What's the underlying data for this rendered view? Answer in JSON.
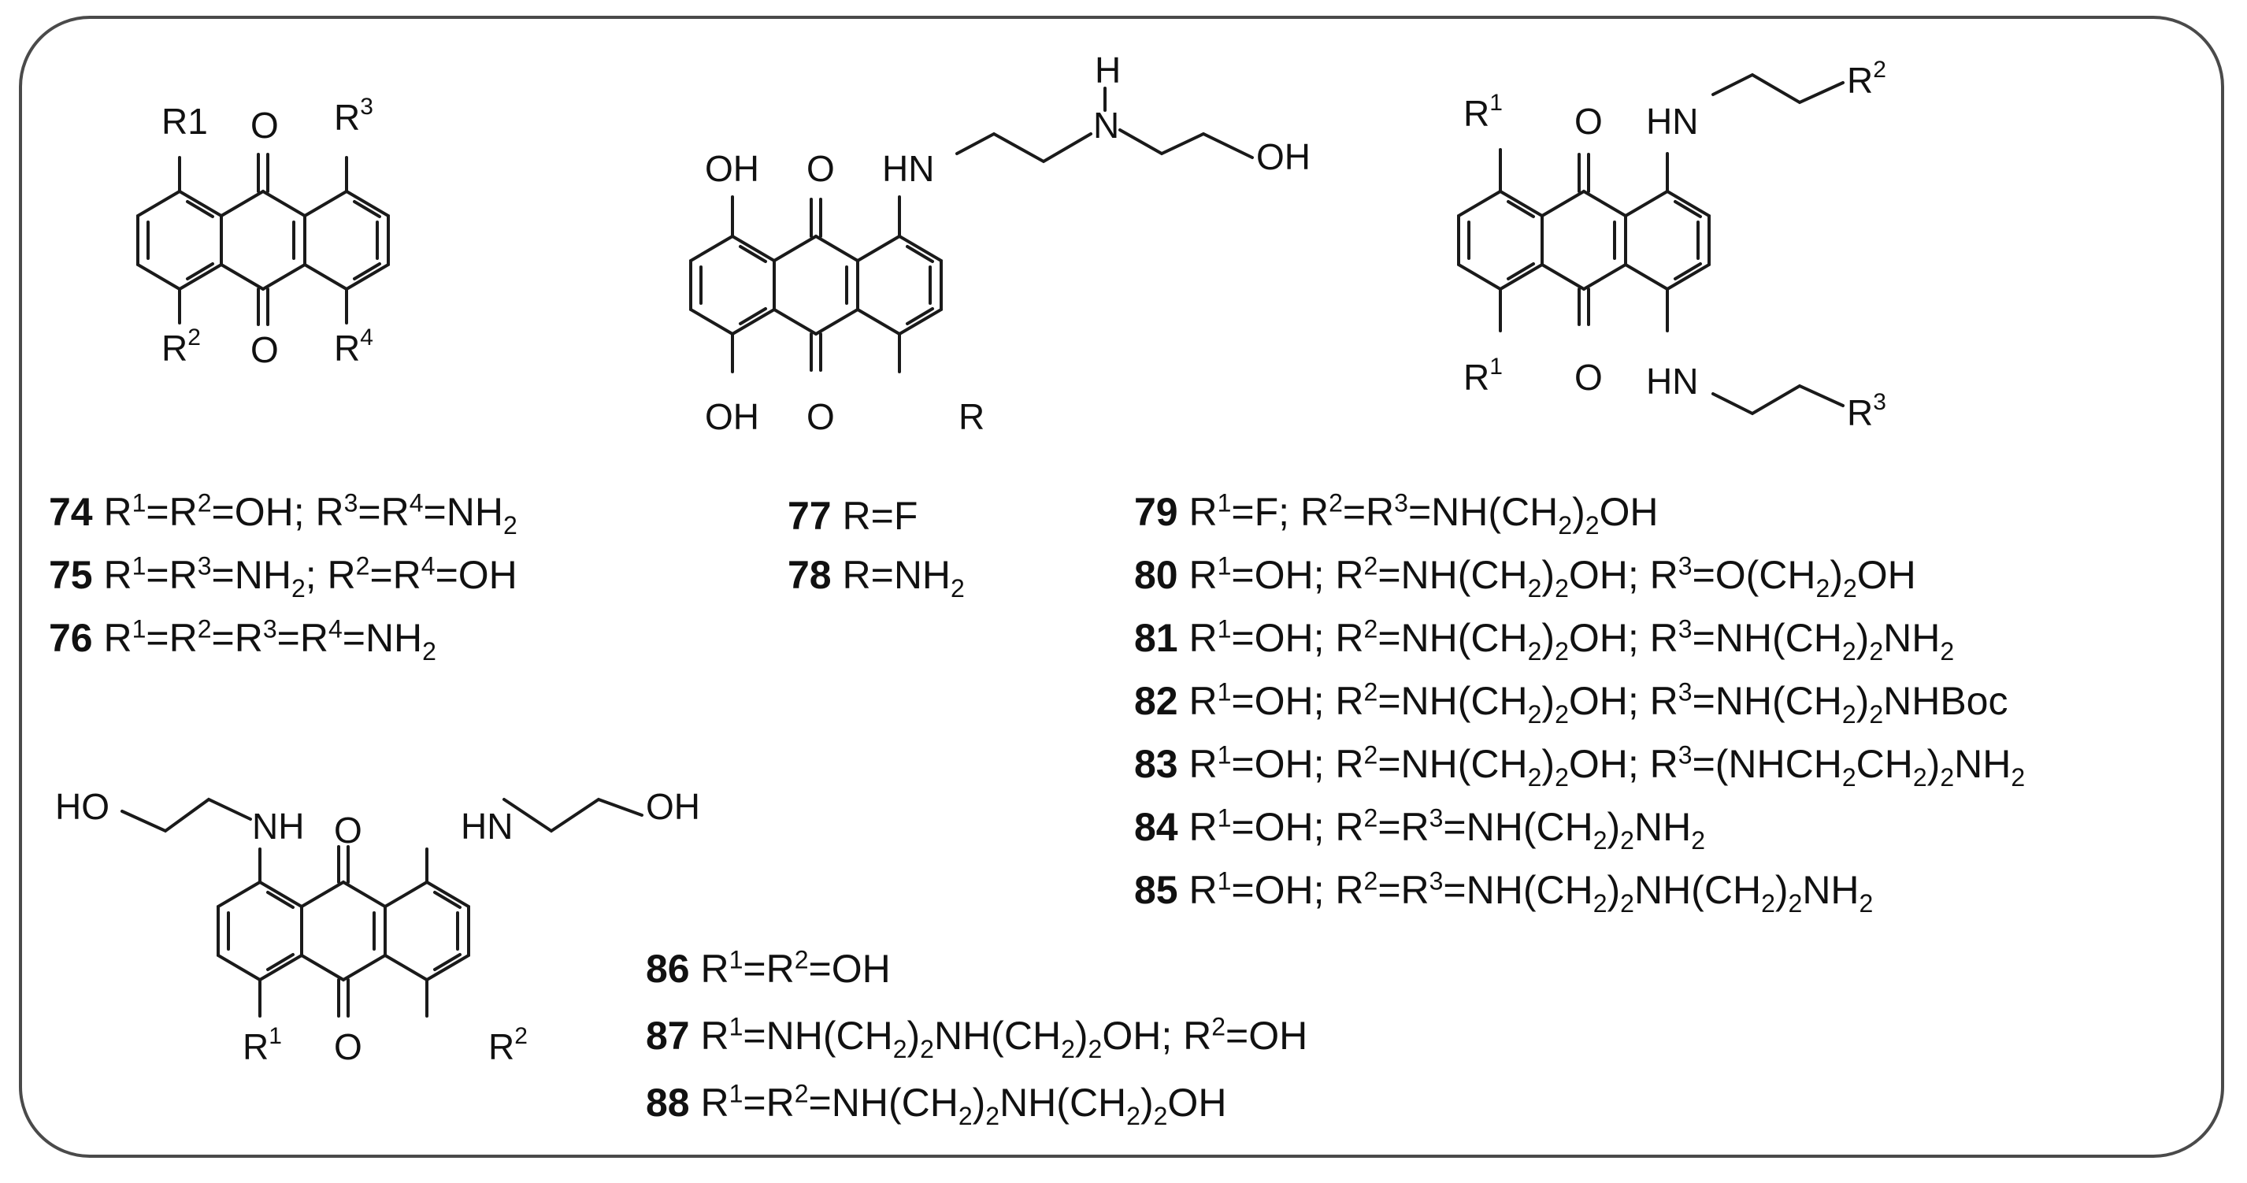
{
  "structures": {
    "s1": {
      "labels": {
        "r1": "R1",
        "r2": "R",
        "r2_sup": "2",
        "r3": "R",
        "r3_sup": "3",
        "r4": "R",
        "r4_sup": "4",
        "o_top": "O",
        "o_bottom": "O"
      }
    },
    "s2": {
      "labels": {
        "oh_top": "OH",
        "oh_bottom": "OH",
        "o_top": "O",
        "o_bottom": "O",
        "hn": "HN",
        "h": "H",
        "n": "N",
        "oh_end": "OH",
        "r": "R"
      }
    },
    "s3": {
      "labels": {
        "r1_top": "R",
        "r1_top_sup": "1",
        "r1_bottom": "R",
        "r1_bottom_sup": "1",
        "o_top": "O",
        "o_bottom": "O",
        "hn_top": "HN",
        "hn_bottom": "HN",
        "r2": "R",
        "r2_sup": "2",
        "r3": "R",
        "r3_sup": "3"
      }
    },
    "s4": {
      "labels": {
        "ho": "HO",
        "nh": "NH",
        "o_top": "O",
        "hn": "HN",
        "oh": "OH",
        "r1": "R",
        "r1_sup": "1",
        "o_bottom": "O",
        "r2": "R",
        "r2_sup": "2"
      }
    }
  },
  "legend_group1": [
    {
      "num": "74",
      "text": " R<sup>1</sup>=R<sup>2</sup>=OH; R<sup>3</sup>=R<sup>4</sup>=NH<sub>2</sub>"
    },
    {
      "num": "75",
      "text": " R<sup>1</sup>=R<sup>3</sup>=NH<sub>2</sub>; R<sup>2</sup>=R<sup>4</sup>=OH"
    },
    {
      "num": "76",
      "text": " R<sup>1</sup>=R<sup>2</sup>=R<sup>3</sup>=R<sup>4</sup>=NH<sub>2</sub>"
    }
  ],
  "legend_group2": [
    {
      "num": "77",
      "text": " R=F"
    },
    {
      "num": "78",
      "text": " R=NH<sub>2</sub>"
    }
  ],
  "legend_group3": [
    {
      "num": "79",
      "text": " R<sup>1</sup>=F; R<sup>2</sup>=R<sup>3</sup>=NH(CH<sub>2</sub>)<sub>2</sub>OH"
    },
    {
      "num": "80",
      "text": " R<sup>1</sup>=OH; R<sup>2</sup>=NH(CH<sub>2</sub>)<sub>2</sub>OH; R<sup>3</sup>=O(CH<sub>2</sub>)<sub>2</sub>OH"
    },
    {
      "num": "81",
      "text": " R<sup>1</sup>=OH; R<sup>2</sup>=NH(CH<sub>2</sub>)<sub>2</sub>OH; R<sup>3</sup>=NH(CH<sub>2</sub>)<sub>2</sub>NH<sub>2</sub>"
    },
    {
      "num": "82",
      "text": " R<sup>1</sup>=OH; R<sup>2</sup>=NH(CH<sub>2</sub>)<sub>2</sub>OH; R<sup>3</sup>=NH(CH<sub>2</sub>)<sub>2</sub>NHBoc"
    },
    {
      "num": "83",
      "text": " R<sup>1</sup>=OH; R<sup>2</sup>=NH(CH<sub>2</sub>)<sub>2</sub>OH; R<sup>3</sup>=(NHCH<sub>2</sub>CH<sub>2</sub>)<sub>2</sub>NH<sub>2</sub>"
    },
    {
      "num": "84",
      "text": " R<sup>1</sup>=OH; R<sup>2</sup>=R<sup>3</sup>=NH(CH<sub>2</sub>)<sub>2</sub>NH<sub>2</sub>"
    },
    {
      "num": "85",
      "text": " R<sup>1</sup>=OH; R<sup>2</sup>=R<sup>3</sup>=NH(CH<sub>2</sub>)<sub>2</sub>NH(CH<sub>2</sub>)<sub>2</sub>NH<sub>2</sub>"
    }
  ],
  "legend_group4": [
    {
      "num": "86",
      "text": " R<sup>1</sup>=R<sup>2</sup>=OH"
    },
    {
      "num": "87",
      "text": " R<sup>1</sup>=NH(CH<sub>2</sub>)<sub>2</sub>NH(CH<sub>2</sub>)<sub>2</sub>OH; R<sup>2</sup>=OH"
    },
    {
      "num": "88",
      "text": " R<sup>1</sup>=R<sup>2</sup>=NH(CH<sub>2</sub>)<sub>2</sub>NH(CH<sub>2</sub>)<sub>2</sub>OH"
    }
  ]
}
